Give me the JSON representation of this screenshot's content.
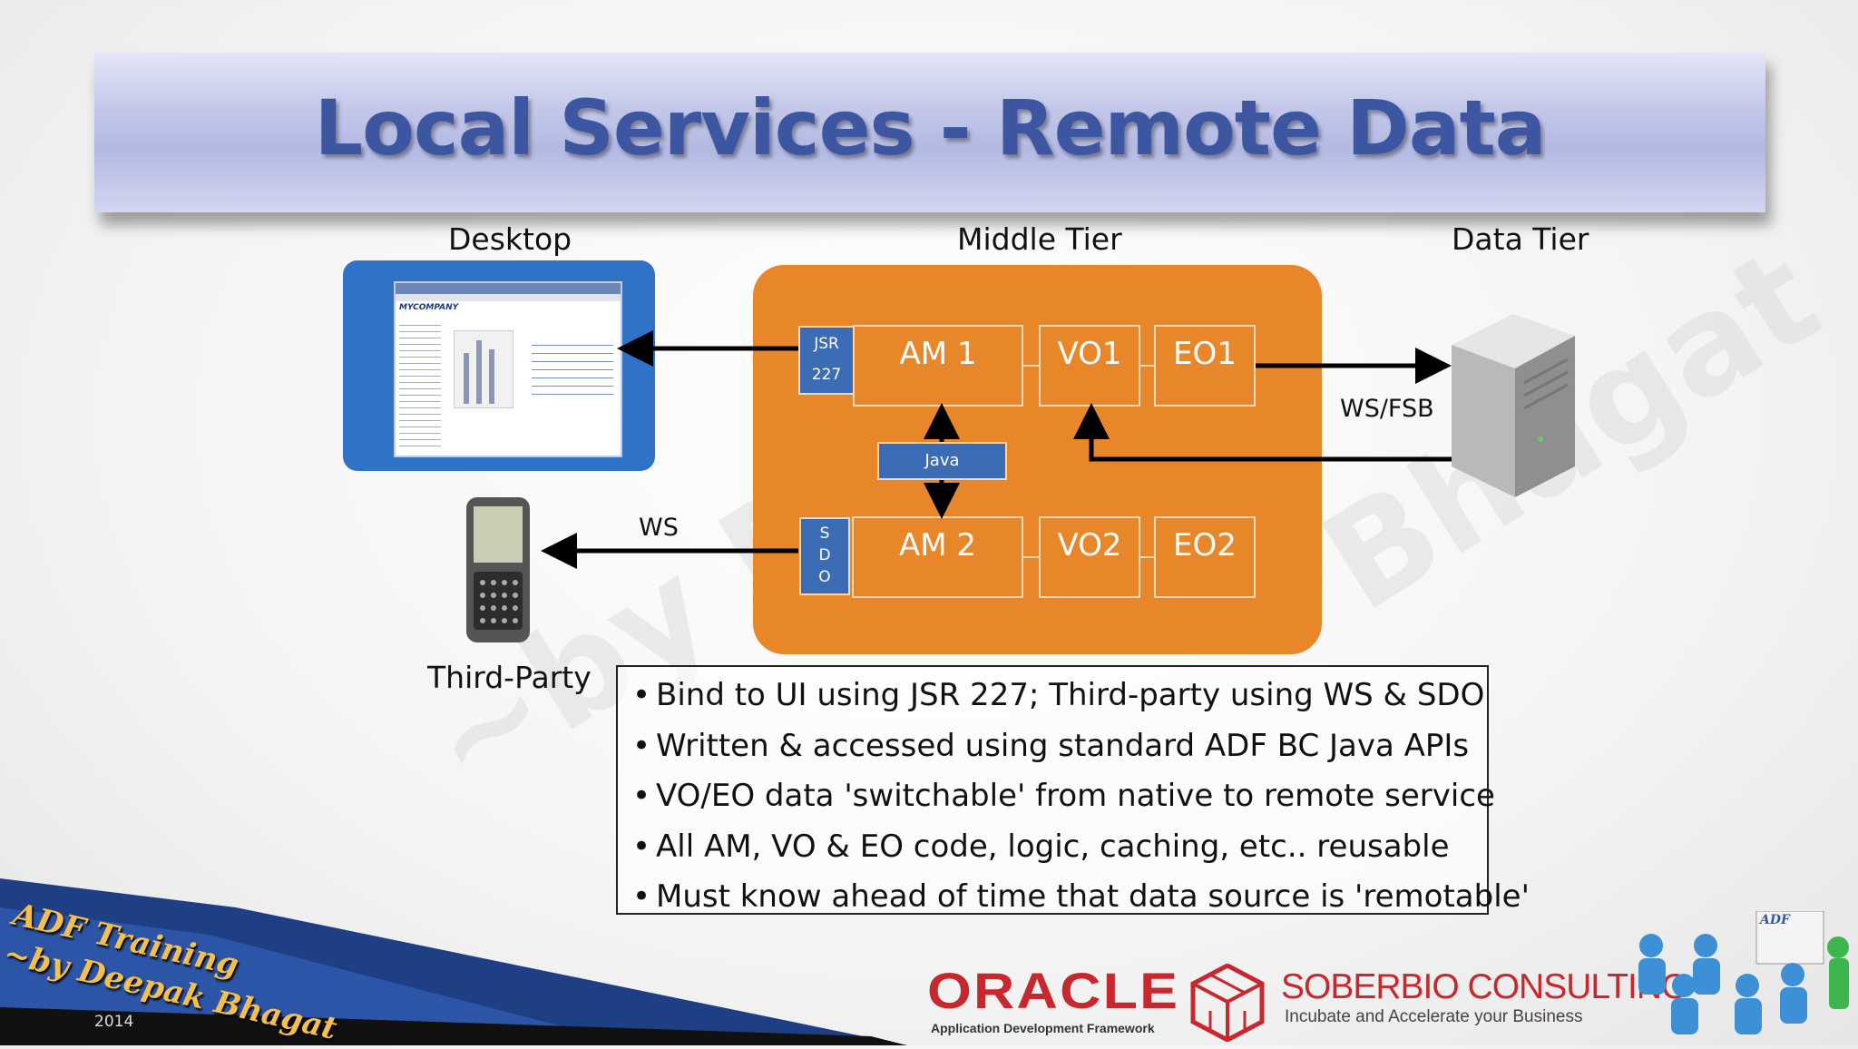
{
  "title": "Local Services - Remote Data",
  "tiers": {
    "desktop": "Desktop",
    "middle": "Middle Tier",
    "data": "Data Tier",
    "third_party": "Third-Party"
  },
  "components": {
    "jsr_line1": "JSR",
    "jsr_line2": "227",
    "sdo_letters": [
      "S",
      "D",
      "O"
    ],
    "am1": "AM 1",
    "vo1": "VO1",
    "eo1": "EO1",
    "am2": "AM 2",
    "vo2": "VO2",
    "eo2": "EO2",
    "java": "Java"
  },
  "labels": {
    "ws_fsb": "WS/FSB",
    "ws": "WS"
  },
  "bullets": [
    "Bind to UI using JSR 227; Third-party using WS & SDO",
    "Written & accessed using standard ADF BC Java APIs",
    "VO/EO data 'switchable' from native to remote service",
    "All AM, VO & EO code, logic, caching, etc.. reusable",
    "Must know ahead of time that data source is 'remotable'"
  ],
  "screen_thumb": {
    "brand": "MYCOMPANY"
  },
  "footer": {
    "training_line1": "ADF Training",
    "training_line2": "~by Deepak Bhagat",
    "year": "2014",
    "oracle": "ORACLE",
    "oracle_sub": "Application Development Framework",
    "soberbio": "SOBERBIO CONSULTING",
    "soberbio_tagline": "Incubate and Accelerate your Business",
    "adf_board": "ADF"
  },
  "watermark": {
    "left": "~by De",
    "right": "Bhagat"
  },
  "colors": {
    "title": "#3d56a2",
    "middle_tier": "#e8862a",
    "desktop": "#2e73c8",
    "tag": "#3c6cb3",
    "oracle_red": "#c7282d"
  }
}
